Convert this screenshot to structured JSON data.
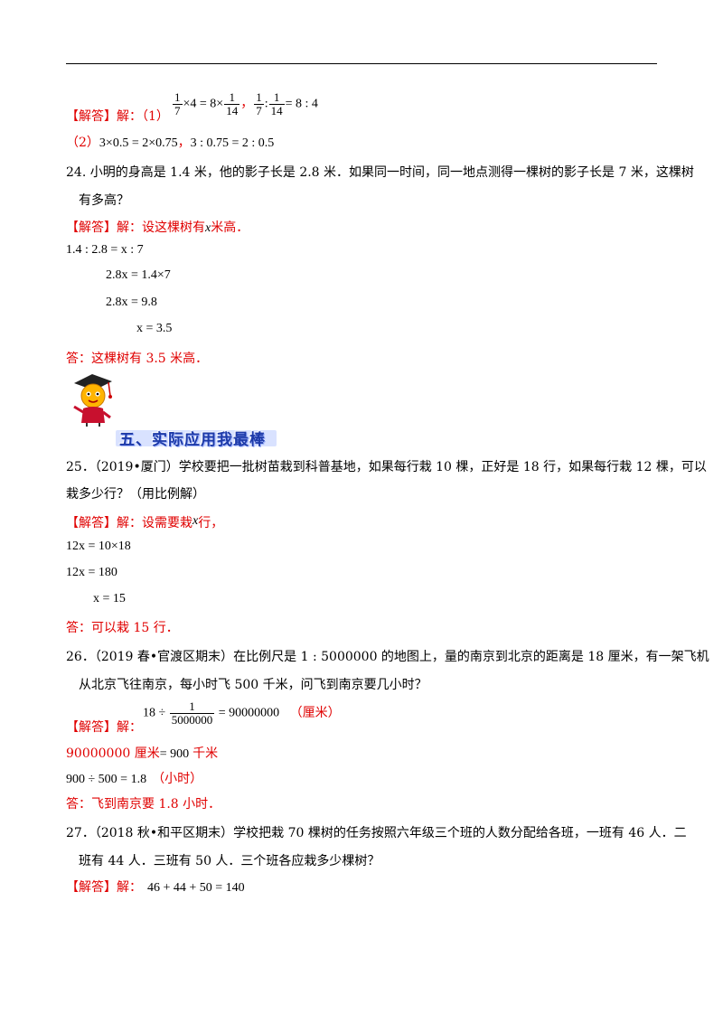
{
  "q23": {
    "answer_label": "【解答】",
    "answer_jie": "解：",
    "p1_num": "（1）",
    "p1_frac1_num": "1",
    "p1_frac1_den": "7",
    "p1_mid1": "×4 = 8×",
    "p1_frac2_num": "1",
    "p1_frac2_den": "14",
    "p1_comma": "，",
    "p1_frac3_num": "1",
    "p1_frac3_den": "7",
    "p1_colon": ":",
    "p1_frac4_num": "1",
    "p1_frac4_den": "14",
    "p1_tail": "= 8 : 4",
    "p2_num": "（2）",
    "p2_eq1": "3×0.5 = 2×0.75",
    "p2_comma": "，",
    "p2_eq2": "3 : 0.75 = 2 : 0.5"
  },
  "q24": {
    "question_line1": "24. 小明的身高是 1.4 米，他的影子长是 2.8 米．如果同一时间，同一地点测得一棵树的影子长是 7 米，这棵树",
    "question_line2": "有多高？",
    "answer_label": "【解答】",
    "answer_prefix": "解：设这棵树有",
    "answer_var": "x",
    "answer_suffix": "米高．",
    "step1": "1.4 : 2.8 = x : 7",
    "step2": "2.8x = 1.4×7",
    "step3": "2.8x = 9.8",
    "step4": "x = 3.5",
    "conclusion": "答：这棵树有 3.5 米高．"
  },
  "section": {
    "title": "五、实际应用我最棒"
  },
  "q25": {
    "question_line1": "25．（2019•厦门）学校要把一批树苗栽到科普基地，如果每行栽 10 棵，正好是 18 行，如果每行栽 12 棵，可以",
    "question_line2": "栽多少行？（用比例解）",
    "answer_label": "【解答】",
    "answer_prefix": "解：设需要栽",
    "answer_var": "x",
    "answer_suffix": "行，",
    "step1": "12x = 10×18",
    "step2": "12x = 180",
    "step3": "x = 15",
    "conclusion": "答：可以栽 15 行．"
  },
  "q26": {
    "question_line1": "26．（2019 春•官渡区期末）在比例尺是 1 : 5000000 的地图上，量的南京到北京的距离是 18 厘米，有一架飞机",
    "question_line2": "从北京飞往南京，每小时飞 500 千米，问飞到南京要几小时？",
    "answer_label": "【解答】",
    "answer_jie": "解：",
    "step1_lhs": "18 ÷",
    "step1_frac_num": "1",
    "step1_frac_den": "5000000",
    "step1_rhs": "= 90000000",
    "step1_unit": "（厘米）",
    "step2_a": "90000000 厘米",
    "step2_b": "= 900",
    "step2_c": "千米",
    "step3": "900 ÷ 500 = 1.8",
    "step3_unit": "（小时）",
    "conclusion": "答：飞到南京要 1.8 小时．"
  },
  "q27": {
    "question_line1": "27．（2018 秋•和平区期末）学校把栽 70 棵树的任务按照六年级三个班的人数分配给各班，一班有 46 人．二",
    "question_line2": "班有 44 人．三班有 50 人．三个班各应栽多少棵树？",
    "answer_label": "【解答】",
    "answer_jie": "解：",
    "step1": "46 + 44 + 50 = 140"
  }
}
